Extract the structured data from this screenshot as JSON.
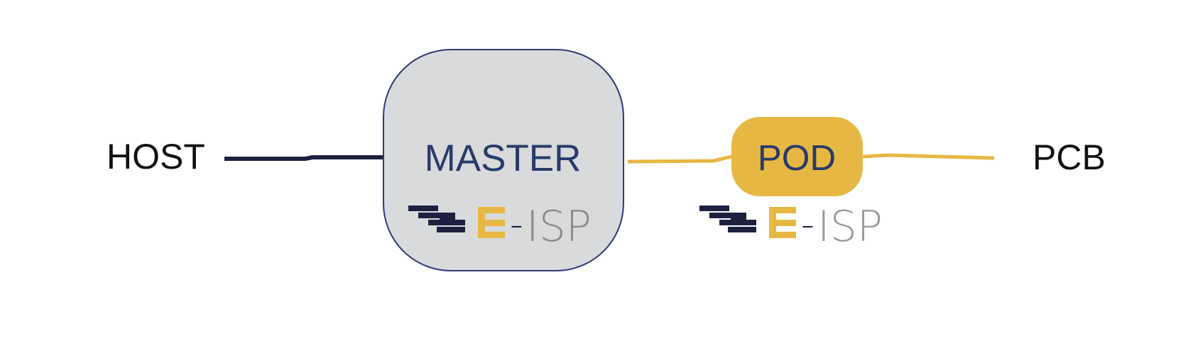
{
  "diagram": {
    "nodes": {
      "host": {
        "label": "HOST"
      },
      "master": {
        "label": "MASTER"
      },
      "pod": {
        "label": "POD"
      },
      "pcb": {
        "label": "PCB"
      }
    },
    "logo": {
      "dash": "-",
      "text": "ISP"
    },
    "colors": {
      "navy": "#1d2140",
      "master_text": "#2a3a6b",
      "master_fill": "#d9dadb",
      "master_border": "#2f3a75",
      "gold": "#e6b843",
      "pod_text": "#2a3a6b",
      "logo_gray": "#8a8a8a",
      "label_black": "#111111"
    }
  }
}
